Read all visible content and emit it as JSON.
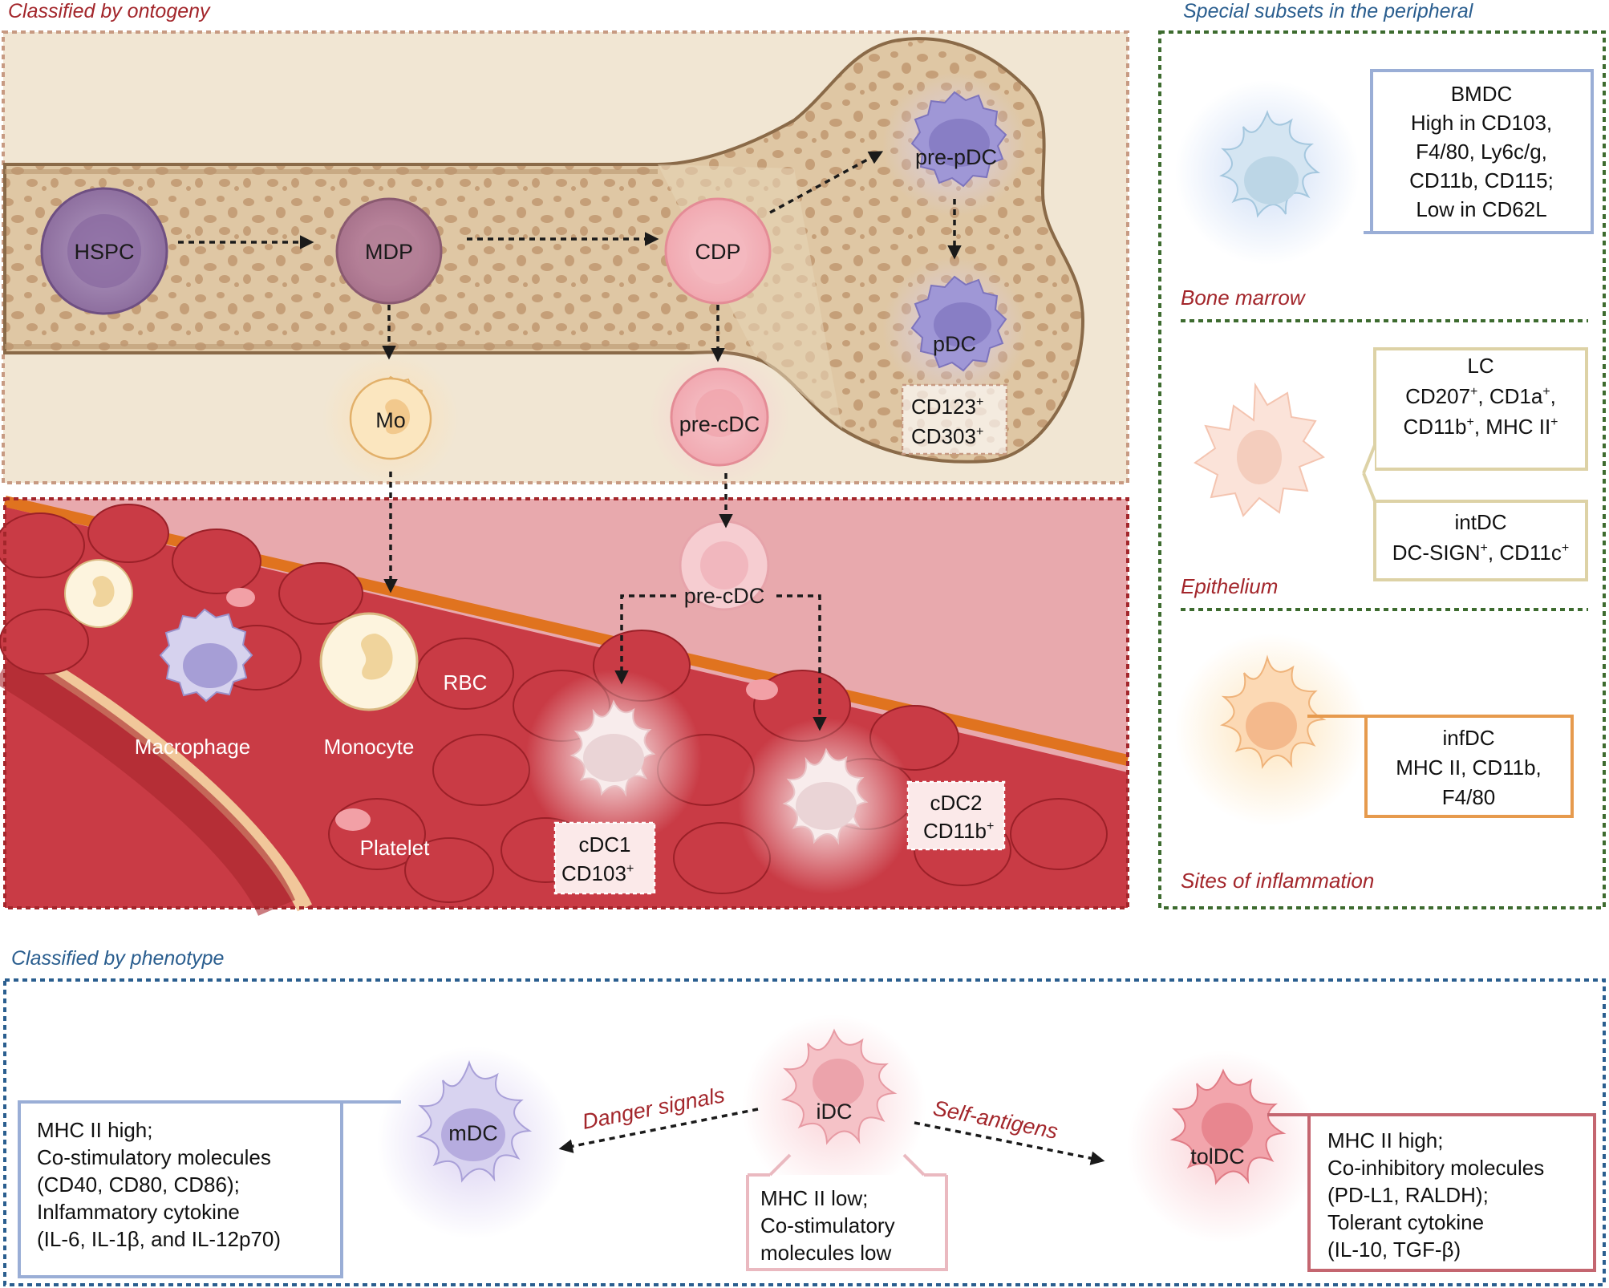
{
  "colors": {
    "ontogeny_heading": "#a3262b",
    "peripheral_heading": "#2a5e8f",
    "phenotype_heading": "#2a5e8f",
    "bone_panel_border": "#c79a82",
    "blood_panel_border": "#a3262b",
    "peripheral_border": "#3d6b2f",
    "phenotype_border": "#2a5e8f",
    "bmdc_box": "#9aaed6",
    "lc_box": "#ddd2a6",
    "infdc_box": "#e69a4d",
    "mdc_box": "#9aaed6",
    "idc_box": "#eab9c0",
    "toldc_box": "#c46670"
  },
  "headings": {
    "ontogeny": "Classified by ontogeny",
    "peripheral": "Special subsets in the peripheral",
    "phenotype": "Classified by phenotype"
  },
  "ontogeny": {
    "cells": {
      "hspc": "HSPC",
      "mdp": "MDP",
      "cdp": "CDP",
      "pre_pdc": "pre-pDC",
      "pdc": "pDC",
      "mo": "Mo",
      "pre_cdc_bone": "pre-cDC",
      "pre_cdc_blood": "pre-cDC"
    },
    "pdc_markers": [
      "CD123",
      "CD303"
    ],
    "blood_labels": {
      "rbc": "RBC",
      "macrophage": "Macrophage",
      "monocyte": "Monocyte",
      "platelet": "Platelet"
    },
    "cdc1": {
      "name": "cDC1",
      "marker": "CD103"
    },
    "cdc2": {
      "name": "cDC2",
      "marker": "CD11b"
    },
    "plus": "+"
  },
  "peripheral": {
    "bmdc": {
      "title": "BMDC",
      "lines": [
        "High in CD103,",
        "F4/80, Ly6c/g,",
        "CD11b, CD115;",
        "Low in CD62L"
      ]
    },
    "bone_marrow_label": "Bone marrow",
    "lc": {
      "title": "LC",
      "line1": [
        "CD207",
        "CD1a"
      ],
      "line2": [
        "CD11b",
        "MHC II"
      ]
    },
    "intdc": {
      "title": "intDC",
      "markers": [
        "DC-SIGN",
        "CD11c"
      ]
    },
    "epithelium_label": "Epithelium",
    "infdc": {
      "title": "infDC",
      "lines": [
        "MHC II, CD11b,",
        "F4/80"
      ]
    },
    "inflammation_label": "Sites of inflammation"
  },
  "phenotype": {
    "mdc": "mDC",
    "idc": "iDC",
    "toldc": "tolDC",
    "danger": "Danger signals",
    "self_antigens": "Self-antigens",
    "mdc_box": [
      "MHC II high;",
      "Co-stimulatory molecules",
      "(CD40, CD80, CD86);",
      "Inlfammatory cytokine",
      "(IL-6, IL-1β, and IL-12p70)"
    ],
    "idc_box": [
      "MHC II low;",
      "Co-stimulatory",
      "molecules low"
    ],
    "toldc_box": [
      "MHC II high;",
      "Co-inhibitory molecules",
      "(PD-L1, RALDH);",
      "Tolerant cytokine",
      "(IL-10, TGF-β)"
    ]
  }
}
